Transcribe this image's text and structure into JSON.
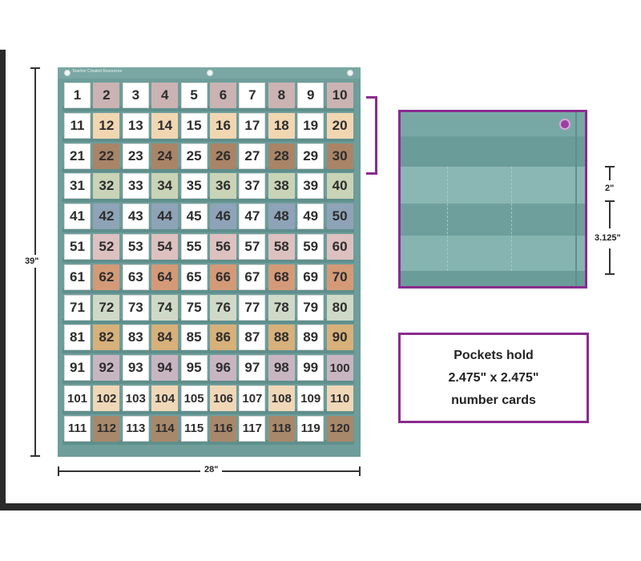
{
  "chart": {
    "brand": "Teacher Created Resources",
    "numbers": [
      [
        1,
        2,
        3,
        4,
        5,
        6,
        7,
        8,
        9,
        10
      ],
      [
        11,
        12,
        13,
        14,
        15,
        16,
        17,
        18,
        19,
        20
      ],
      [
        21,
        22,
        23,
        24,
        25,
        26,
        27,
        28,
        29,
        30
      ],
      [
        31,
        32,
        33,
        34,
        35,
        36,
        37,
        38,
        39,
        40
      ],
      [
        41,
        42,
        43,
        44,
        45,
        46,
        47,
        48,
        49,
        50
      ],
      [
        51,
        52,
        53,
        54,
        55,
        56,
        57,
        58,
        59,
        60
      ],
      [
        61,
        62,
        63,
        64,
        65,
        66,
        67,
        68,
        69,
        70
      ],
      [
        71,
        72,
        73,
        74,
        75,
        76,
        77,
        78,
        79,
        80
      ],
      [
        81,
        82,
        83,
        84,
        85,
        86,
        87,
        88,
        89,
        90
      ],
      [
        91,
        92,
        93,
        94,
        95,
        96,
        97,
        98,
        99,
        100
      ],
      [
        101,
        102,
        103,
        104,
        105,
        106,
        107,
        108,
        109,
        110
      ],
      [
        111,
        112,
        113,
        114,
        115,
        116,
        117,
        118,
        119,
        120
      ]
    ],
    "row_colors": [
      "#cbb3b3",
      "#f1d6b2",
      "#a98467",
      "#c9d3b6",
      "#8ea3b7",
      "#dcc1c0",
      "#d49a78",
      "#cfd9c7",
      "#d7b07a",
      "#c8b5c2",
      "#efd7b8",
      "#a8886a"
    ]
  },
  "dimensions": {
    "height": "39\"",
    "width": "28\"",
    "pocket_spacing": "2\"",
    "pocket_height": "3.125\""
  },
  "callout": {
    "line1": "Pockets hold",
    "line2": "2.475\" x 2.475\"",
    "line3": "number cards"
  },
  "colors": {
    "accent": "#8b2b8f",
    "chart_teal": "#6e9d9a"
  }
}
